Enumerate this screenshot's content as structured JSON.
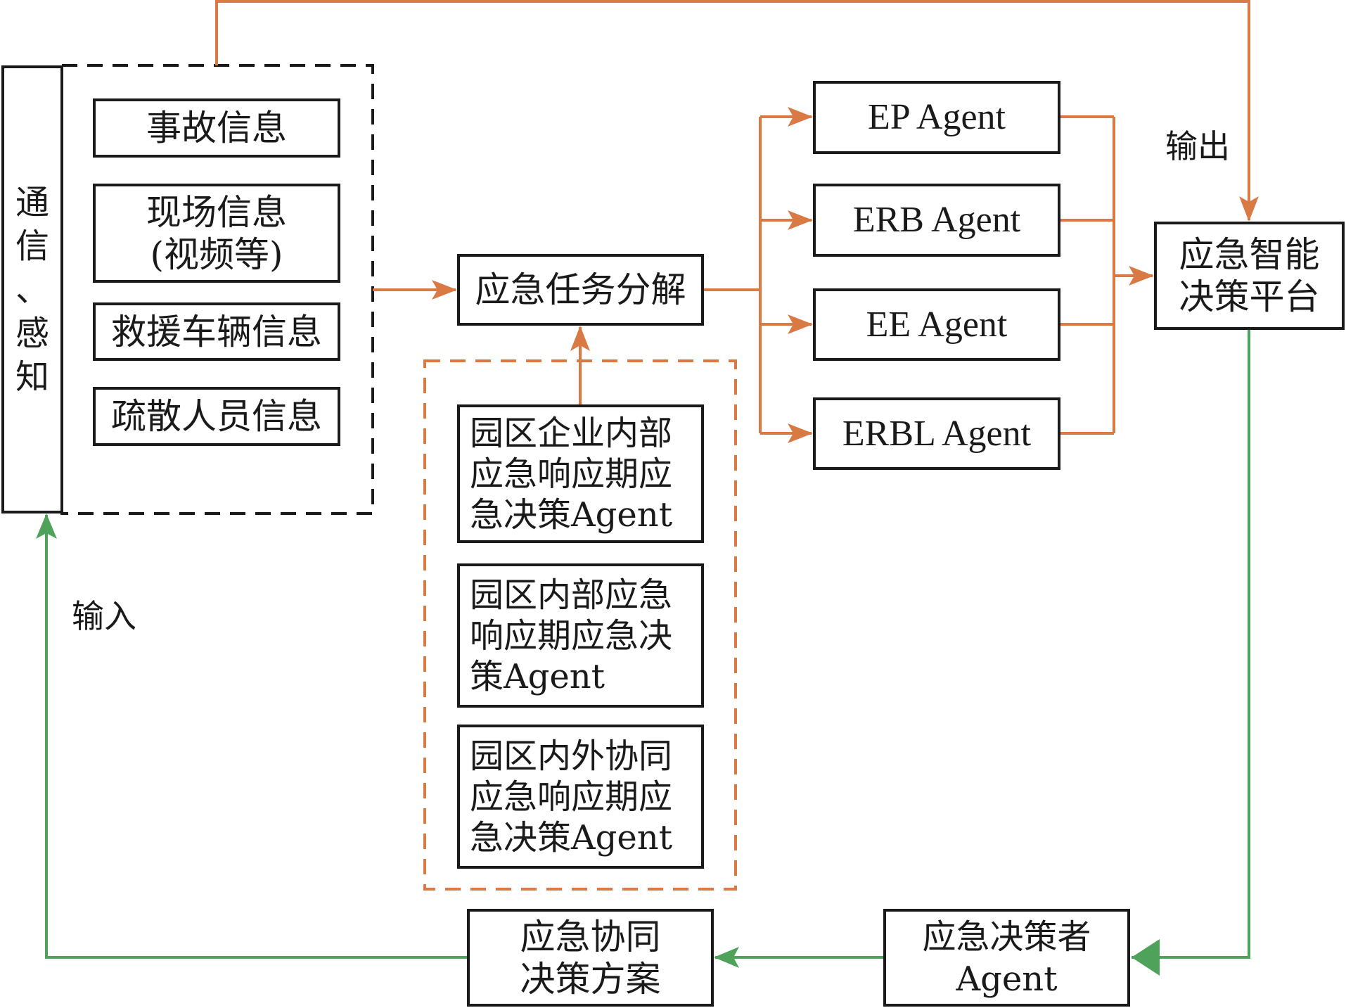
{
  "colors": {
    "orange_flow": "#d97a45",
    "green_flow": "#4ea25a",
    "box_border": "#1a1a1a"
  },
  "sensing": {
    "title": "通\n信\n、\n感\n知",
    "items": [
      {
        "label": "事故信息"
      },
      {
        "label": "现场信息\n(视频等)"
      },
      {
        "label": "救援车辆信息"
      },
      {
        "label": "疏散人员信息"
      }
    ]
  },
  "decomposition": {
    "label": "应急任务分解"
  },
  "decision_agents": [
    {
      "label": "园区企业内部\n应急响应期应\n急决策Agent"
    },
    {
      "label": "园区内部应急\n响应期应急决\n策Agent"
    },
    {
      "label": "园区内外协同\n应急响应期应\n急决策Agent"
    }
  ],
  "task_agents": [
    {
      "label": "EP Agent"
    },
    {
      "label": "ERB Agent"
    },
    {
      "label": "EE Agent"
    },
    {
      "label": "ERBL Agent"
    }
  ],
  "platform": {
    "label": "应急智能\n决策平台"
  },
  "decision_maker": {
    "label": "应急决策者\nAgent"
  },
  "plan": {
    "label": "应急协同\n决策方案"
  },
  "annotations": {
    "output": "输出",
    "input": "输入"
  }
}
